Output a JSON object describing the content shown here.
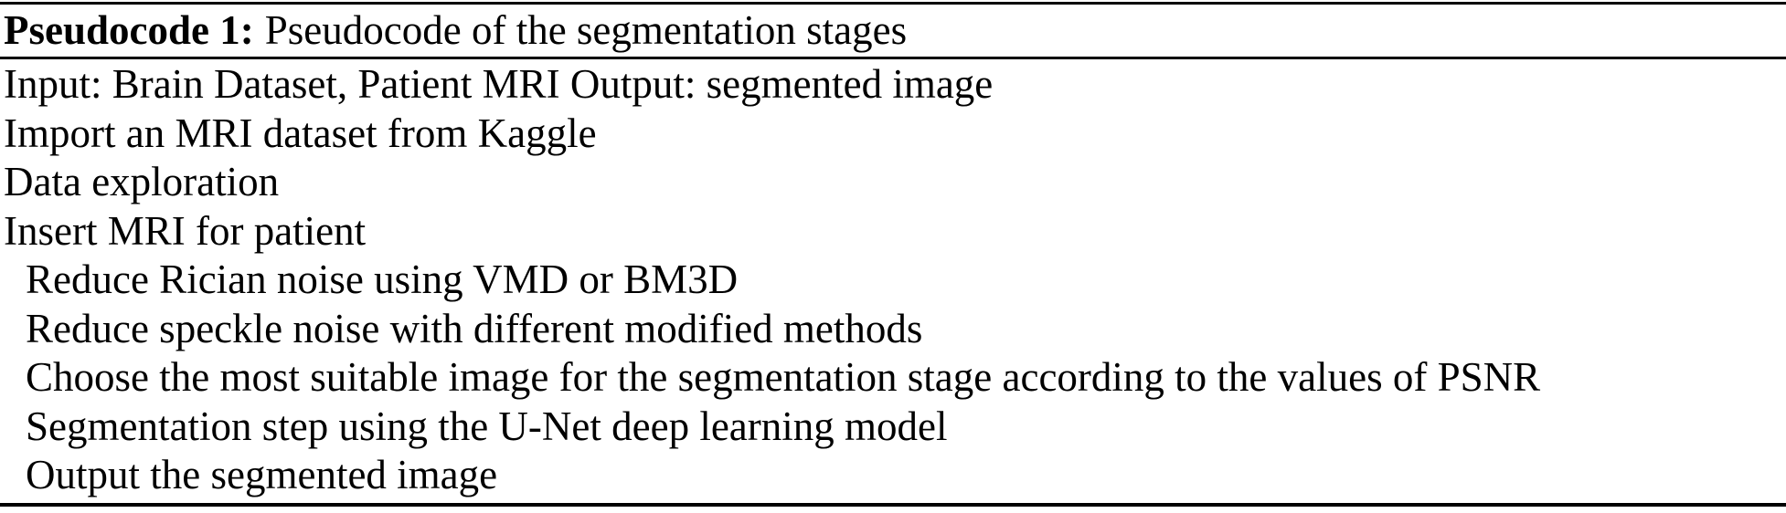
{
  "page": {
    "background_color": "#ffffff",
    "text_color": "#000000",
    "rule_color": "#000000"
  },
  "header": {
    "label": "Pseudocode 1:",
    "title": "Pseudocode of the segmentation stages"
  },
  "body": {
    "lines": [
      {
        "text": "Input: Brain Dataset, Patient MRI Output: segmented image",
        "indented": false
      },
      {
        "text": "Import an MRI dataset from Kaggle",
        "indented": false
      },
      {
        "text": "Data exploration",
        "indented": false
      },
      {
        "text": "Insert MRI for patient",
        "indented": false
      },
      {
        "text": "Reduce Rician noise using VMD or BM3D",
        "indented": true
      },
      {
        "text": "Reduce speckle noise with different modified methods",
        "indented": true
      },
      {
        "text": "Choose the most suitable image for the segmentation stage according to the values of PSNR",
        "indented": true
      },
      {
        "text": "Segmentation step using the U-Net deep learning model",
        "indented": true
      },
      {
        "text": "Output the segmented image",
        "indented": true
      }
    ]
  }
}
